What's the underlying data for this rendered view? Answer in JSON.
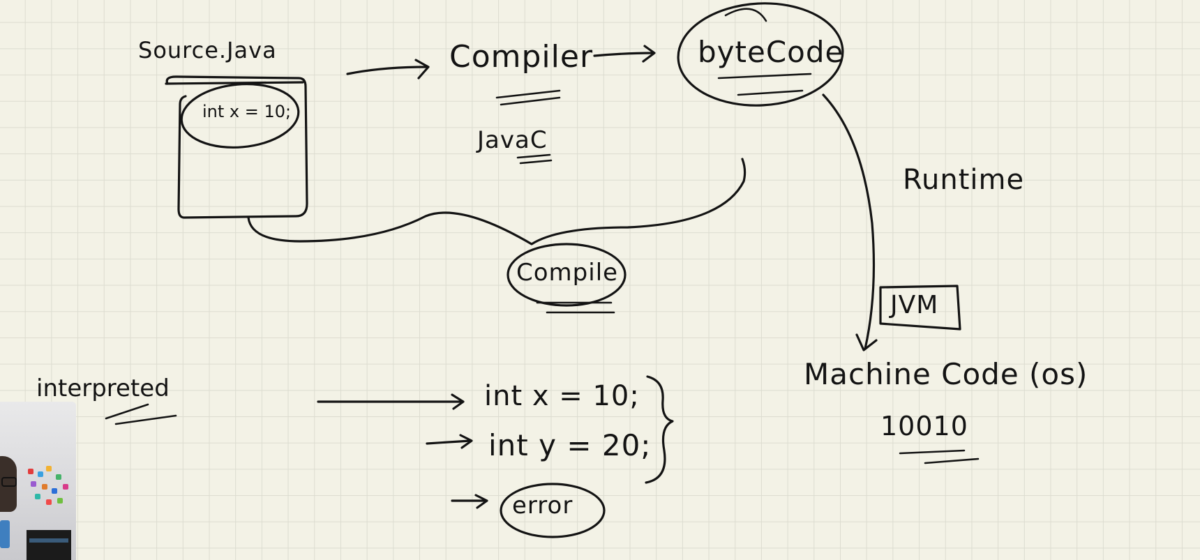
{
  "labels": {
    "source_file": "Source.Java",
    "source_code": "int x = 10;",
    "compiler": "Compiler",
    "javac": "JavaC",
    "bytecode": "byteCode",
    "runtime": "Runtime",
    "compile": "Compile",
    "jvm": "JVM",
    "machine_code": "Machine Code (os)",
    "binary": "10010",
    "interpreted": "interpreted",
    "line1": "int x = 10;",
    "line2": "int y = 20;",
    "error": "error"
  },
  "colors": {
    "ink": "#131313",
    "paper": "#f3f2e6",
    "grid": "#dcdcd0"
  }
}
